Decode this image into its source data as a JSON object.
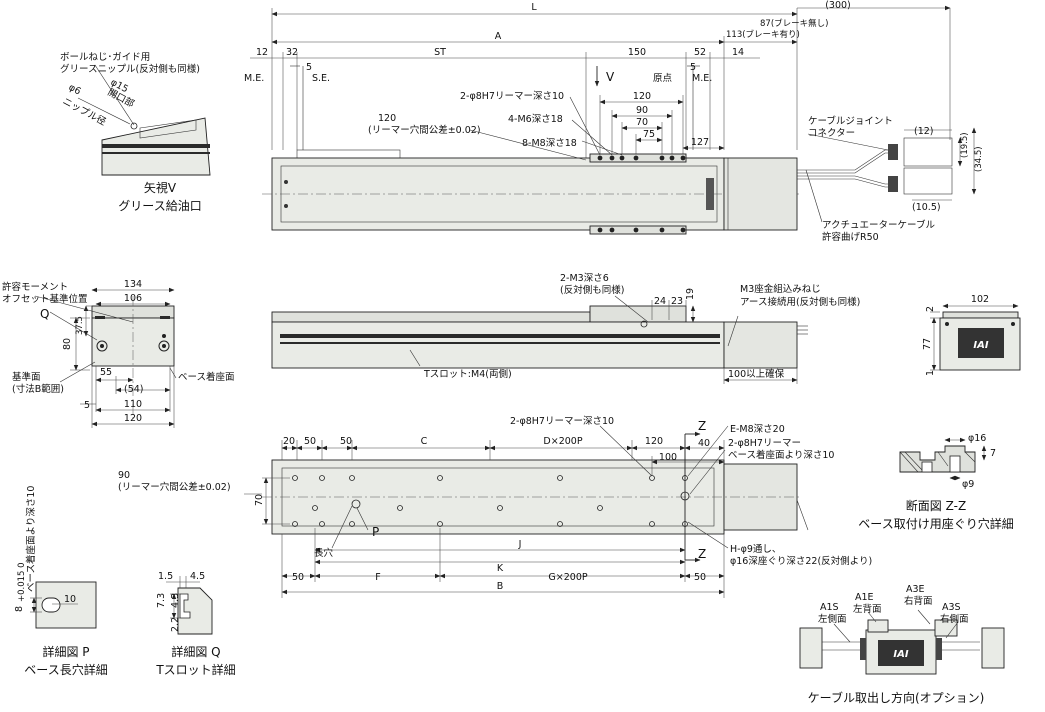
{
  "dims_top": {
    "L": "L",
    "A": "A",
    "ST": "ST",
    "d12": "12",
    "d32": "32",
    "d150": "150",
    "d52": "52",
    "d14": "14",
    "d300": "(300)",
    "d87": "87(ブレーキ無し)",
    "d113": "113(ブレーキ有り)",
    "me1": "M.E.",
    "se": "S.E.",
    "five1": "5",
    "five2": "5",
    "genten": "原点",
    "me2": "M.E.",
    "v": "V",
    "hole1": "2-φ8H7リーマー深さ10",
    "d120": "120",
    "d90": "90",
    "hole2": "4-M6深さ18",
    "d70": "70",
    "d75": "75",
    "hole3": "8-M8深さ18",
    "d127": "127",
    "reamer120a": "120",
    "reamer120b": "(リーマー穴間公差±0.02)",
    "cable_joint1": "ケーブルジョイント",
    "cable_joint2": "コネクター",
    "d12b": "(12)",
    "d19_5": "(19.5)",
    "d34_5": "(34.5)",
    "d10_5": "(10.5)",
    "act_cable1": "アクチュエーターケーブル",
    "act_cable2": "許容曲げR50"
  },
  "view_v": {
    "label1": "ボールねじ･ガイド用",
    "label2": "グリースニップル(反対側も同様)",
    "phi6": "φ6",
    "phi15": "φ15",
    "kaiko": "開口部",
    "nipple": "ニップル径",
    "title1": "矢視V",
    "title2": "グリース給油口"
  },
  "front": {
    "moment1": "許容モーメント",
    "moment2": "オフセット基準位置",
    "d134": "134",
    "d106": "106",
    "q": "Q",
    "d37_5": "37.5",
    "d80": "80",
    "d55": "55",
    "d54": "(54)",
    "d110": "110",
    "d120": "120",
    "d5": "5",
    "ref1": "基準面",
    "ref2": "(寸法B範囲)",
    "base_face": "ベース着座面"
  },
  "side": {
    "m3a": "2-M3深さ6",
    "m3b": "(反対側も同様)",
    "d24": "24",
    "d23": "23",
    "d19": "19",
    "m3c": "M3座金組込みねじ",
    "m3d": "アース接続用(反対側も同様)",
    "tslot": "Tスロット:M4(両側)",
    "d100": "100以上確保"
  },
  "end_view": {
    "d102": "102",
    "d2": "2",
    "d77": "77",
    "d1": "1",
    "logo": "IAI"
  },
  "bottom": {
    "d20": "20",
    "d50a": "50",
    "d50b": "50",
    "c": "C",
    "dx": "D×200P",
    "d120": "120",
    "d40": "40",
    "d100": "100",
    "z1": "Z",
    "z2": "Z",
    "hole_a": "2-φ8H7リーマー深さ10",
    "hole_b": "E-M8深さ20",
    "hole_c1": "2-φ8H7リーマー",
    "hole_c2": "ベース着座面より深さ10",
    "d90a": "90",
    "d90b": "(リーマー穴間公差±0.02)",
    "d70": "70",
    "p": "P",
    "choketsu": "長穴",
    "j": "J",
    "k": "K",
    "h1": "H-φ9通し、",
    "h2": "φ16深座ぐり深さ22(反対側より)",
    "d50c": "50",
    "f": "F",
    "gx": "G×200P",
    "d50d": "50",
    "b": "B"
  },
  "section_zz": {
    "phi16": "φ16",
    "d7": "7",
    "phi9": "φ9",
    "title1": "断面図 Z-Z",
    "title2": "ベース取付け用座ぐり穴詳細"
  },
  "detail_p": {
    "v1": "8",
    "tol": "+0.015 0",
    "v2": "ベース着座面より深さ10",
    "d10": "10",
    "title1": "詳細図 P",
    "title2": "ベース長穴詳細"
  },
  "detail_q": {
    "d1_5": "1.5",
    "d4_5": "4.5",
    "d7_3": "7.3",
    "d4_3": "4.3",
    "d2_2": "2.2",
    "title1": "詳細図 Q",
    "title2": "Tスロット詳細"
  },
  "cable_dir": {
    "a1s1": "A1S",
    "a1s2": "左側面",
    "a1e1": "A1E",
    "a1e2": "左背面",
    "a3e1": "A3E",
    "a3e2": "右背面",
    "a3s1": "A3S",
    "a3s2": "右側面",
    "logo": "IAI",
    "title": "ケーブル取出し方向(オプション)"
  }
}
